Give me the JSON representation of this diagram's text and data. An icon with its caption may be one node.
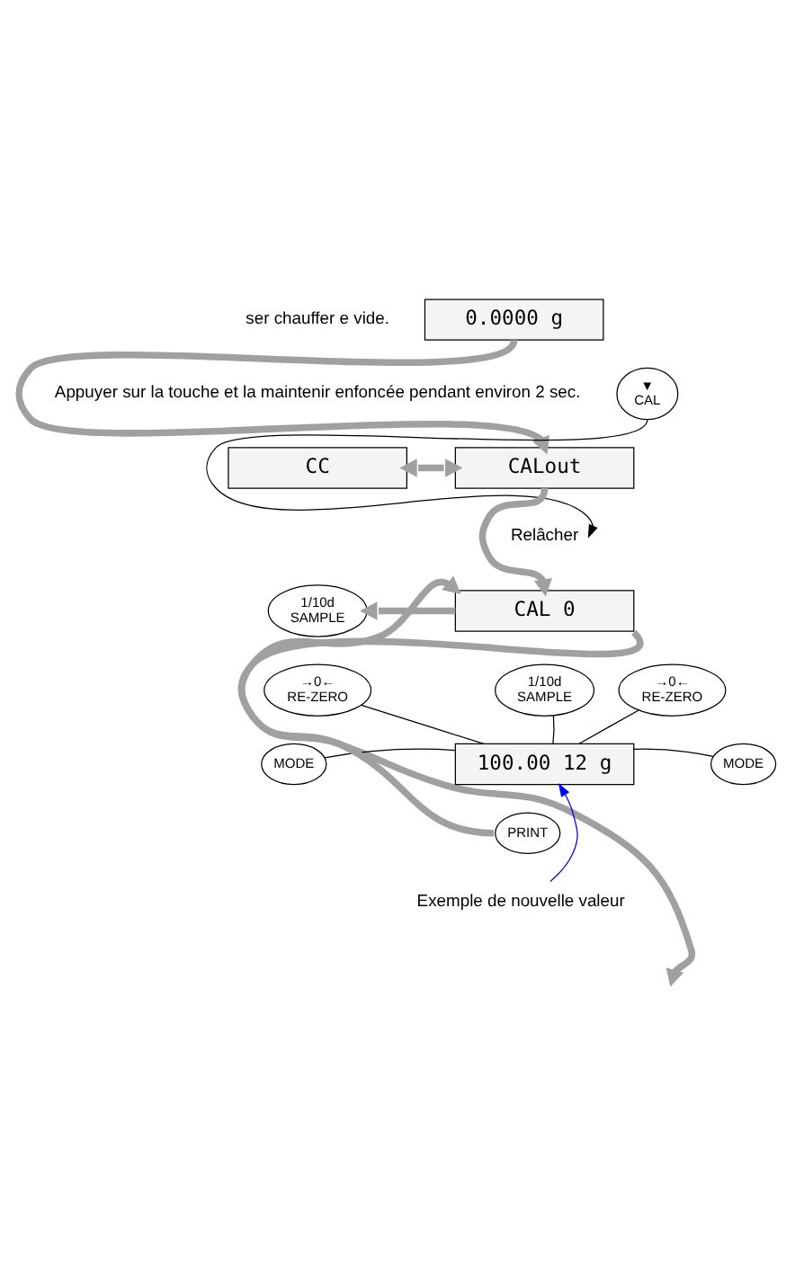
{
  "diagram": {
    "nodes": [
      {
        "text": [
          "0.0000 g"
        ]
      },
      {
        "text": [
          "▼",
          "CAL"
        ]
      },
      {
        "text": [
          "CC"
        ]
      },
      {
        "text": [
          "CALout"
        ]
      },
      {
        "text": [
          "Relâcher"
        ]
      },
      {
        "text": [
          "1/10d",
          "SAMPLE"
        ]
      },
      {
        "text": [
          "CAL 0"
        ]
      },
      {
        "text": [
          "→0←",
          "RE-ZERO"
        ]
      },
      {
        "text": [
          "1/10d",
          "SAMPLE"
        ]
      },
      {
        "text": [
          "→0←",
          "RE-ZERO"
        ]
      },
      {
        "text": [
          "MODE"
        ]
      },
      {
        "text": [
          "100.00 12 g"
        ]
      },
      {
        "text": [
          "MODE"
        ]
      },
      {
        "text": [
          "PRINT"
        ]
      },
      {
        "text": [
          "Exemple de nouvelle valeur"
        ]
      }
    ],
    "edges": [
      {
        "from": 0,
        "to": 3,
        "arrow": "to",
        "style": "thick",
        "color": "#a0a0a0"
      },
      {
        "from": 1,
        "to": 4,
        "arrow": "to",
        "color": "#000000"
      },
      {
        "from": 2,
        "to": 3,
        "arrow": "both",
        "style": "thick",
        "color": "#a0a0a0"
      },
      {
        "from": 3,
        "to": 6,
        "arrow": "to",
        "style": "thick",
        "color": "#a0a0a0"
      },
      {
        "from": 6,
        "to": 5,
        "arrow": "to",
        "style": "thick",
        "color": "#a0a0a0"
      },
      {
        "from": 7,
        "to": 11,
        "arrow": "none",
        "color": "#000000"
      },
      {
        "from": 10,
        "to": 11,
        "arrow": "none",
        "color": "#000000"
      },
      {
        "from": 8,
        "to": 11,
        "arrow": "none",
        "color": "#000000"
      },
      {
        "from": 9,
        "to": 11,
        "arrow": "none",
        "color": "#000000"
      },
      {
        "from": 12,
        "to": 11,
        "arrow": "none",
        "color": "#000000"
      },
      {
        "from": 13,
        "to": 6,
        "arrow": "to",
        "style": "thick",
        "color": "#a0a0a0"
      },
      {
        "from": 6,
        "to": null,
        "arrow": "to",
        "style": "thick",
        "color": "#a0a0a0"
      },
      {
        "from": 14,
        "to": 11,
        "arrow": "to",
        "color": "#0000ff"
      }
    ],
    "labels": [
      "ser chauffer e vide.",
      "Appuyer sur la touche et la maintenir enfoncée pendant environ 2 sec."
    ]
  }
}
